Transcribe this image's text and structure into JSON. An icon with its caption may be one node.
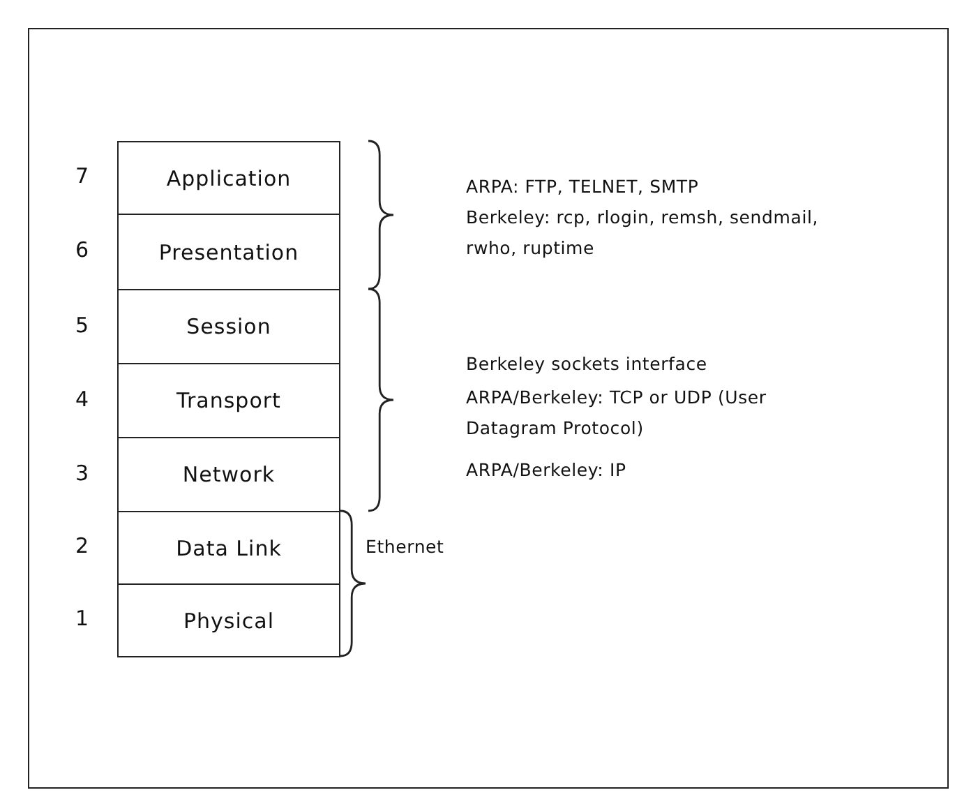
{
  "diagram": {
    "nodes": [
      {
        "text": [
          "Application"
        ],
        "beside": [
          "7"
        ]
      },
      {
        "text": [
          "Presentation"
        ],
        "beside": [
          "6"
        ]
      },
      {
        "text": [
          "Session"
        ],
        "beside": [
          "5"
        ]
      },
      {
        "text": [
          "Transport"
        ],
        "beside": [
          "4"
        ]
      },
      {
        "text": [
          "Network"
        ],
        "beside": [
          "3"
        ]
      },
      {
        "text": [
          "Data Link"
        ],
        "beside": [
          "2"
        ]
      },
      {
        "text": [
          "Physical"
        ],
        "beside": [
          "1"
        ]
      }
    ],
    "edges": [],
    "labels": [
      "ARPA: FTP, TELNET, SMTP",
      "Berkeley: rcp, rlogin, remsh, sendmail, rwho, ruptime",
      "Berkeley sockets interface",
      "ARPA/Berkeley: TCP or UDP (User Datagram Protocol)",
      "ARPA/Berkeley: IP",
      "Ethernet"
    ]
  }
}
